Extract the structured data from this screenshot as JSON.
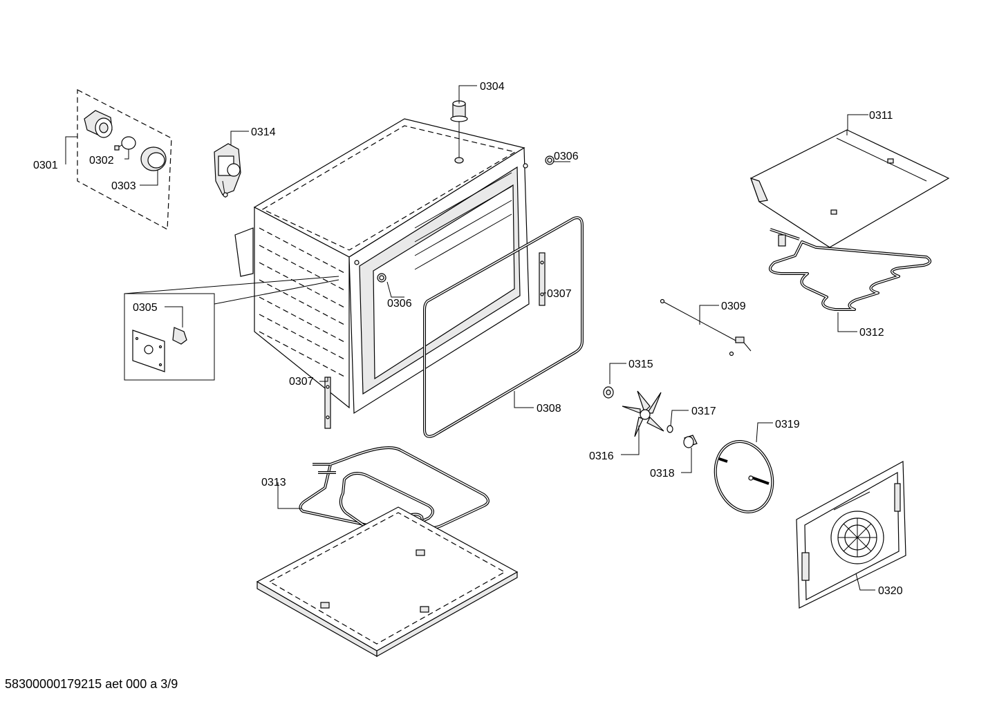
{
  "callouts": [
    {
      "id": "0301",
      "label": "0301"
    },
    {
      "id": "0302",
      "label": "0302"
    },
    {
      "id": "0303",
      "label": "0303"
    },
    {
      "id": "0304",
      "label": "0304"
    },
    {
      "id": "0305",
      "label": "0305"
    },
    {
      "id": "0306a",
      "label": "0306"
    },
    {
      "id": "0306b",
      "label": "0306"
    },
    {
      "id": "0307a",
      "label": "0307"
    },
    {
      "id": "0307b",
      "label": "0307"
    },
    {
      "id": "0308",
      "label": "0308"
    },
    {
      "id": "0309",
      "label": "0309"
    },
    {
      "id": "0311",
      "label": "0311"
    },
    {
      "id": "0312",
      "label": "0312"
    },
    {
      "id": "0313",
      "label": "0313"
    },
    {
      "id": "0314",
      "label": "0314"
    },
    {
      "id": "0315",
      "label": "0315"
    },
    {
      "id": "0316",
      "label": "0316"
    },
    {
      "id": "0317",
      "label": "0317"
    },
    {
      "id": "0318",
      "label": "0318"
    },
    {
      "id": "0319",
      "label": "0319"
    },
    {
      "id": "0320",
      "label": "0320"
    }
  ],
  "footer": {
    "document_code": "58300000179215 aet 000 a 3/9"
  }
}
